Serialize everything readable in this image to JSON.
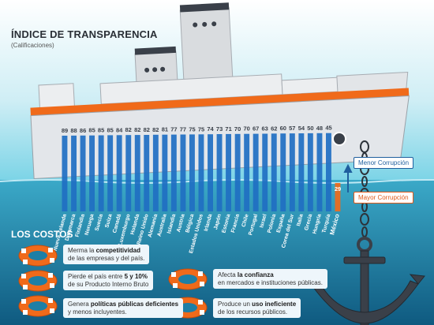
{
  "header": {
    "title": "ÍNDICE DE TRANSPARENCIA",
    "subtitle": "(Calificaciones)"
  },
  "legend": {
    "min_label": "Menor Corrupción",
    "max_label": "Mayor Corrupción"
  },
  "costs": {
    "title": "LOS COSTOS",
    "items": [
      {
        "pre": "Merma la ",
        "bold": "competitividad",
        "post": "de las empresas y del país."
      },
      {
        "pre": "Pierde el país entre ",
        "bold": "5 y 10%",
        "post": "de su Producto Interno Bruto"
      },
      {
        "pre": "Genera ",
        "bold": "políticas públicas deficientes",
        "post": "y menos incluyentes."
      },
      {
        "pre": "Afecta ",
        "bold": "la confianza",
        "post": "en mercados e instituciones públicas."
      },
      {
        "pre": "Produce un ",
        "bold": "uso ineficiente",
        "post": "de los recursos públicos."
      }
    ]
  },
  "colors": {
    "sky": "#79d3e6",
    "sea": "#1d7fa6",
    "hull": "#e3e6ea",
    "bar": "#1f6fc2",
    "highlight": "#f06a1a",
    "dark": "#3a4049"
  },
  "chart_data": {
    "type": "bar",
    "title": "ÍNDICE DE TRANSPARENCIA",
    "subtitle": "(Calificaciones)",
    "categories": [
      "Nueva Zelanda",
      "Dinamarca",
      "Finlandia",
      "Noruega",
      "Suecia",
      "Suiza",
      "Canadá",
      "Luxemburgo",
      "Holanda",
      "Reino Unido",
      "Alemania",
      "Australia",
      "Islandia",
      "Austria",
      "Bélgica",
      "Estados Unidos",
      "Irlanda",
      "Japón",
      "Estonia",
      "Francia",
      "Chile",
      "Portugal",
      "Israel",
      "Polonia",
      "España",
      "Corea del Sur",
      "Italia",
      "Grecia",
      "Hungría",
      "Turquía",
      "México"
    ],
    "values": [
      89,
      88,
      86,
      85,
      85,
      85,
      84,
      82,
      82,
      82,
      82,
      81,
      77,
      77,
      75,
      75,
      74,
      73,
      71,
      70,
      70,
      67,
      63,
      62,
      60,
      57,
      54,
      50,
      48,
      45,
      29
    ],
    "highlight": "México",
    "ylim": [
      0,
      100
    ]
  }
}
